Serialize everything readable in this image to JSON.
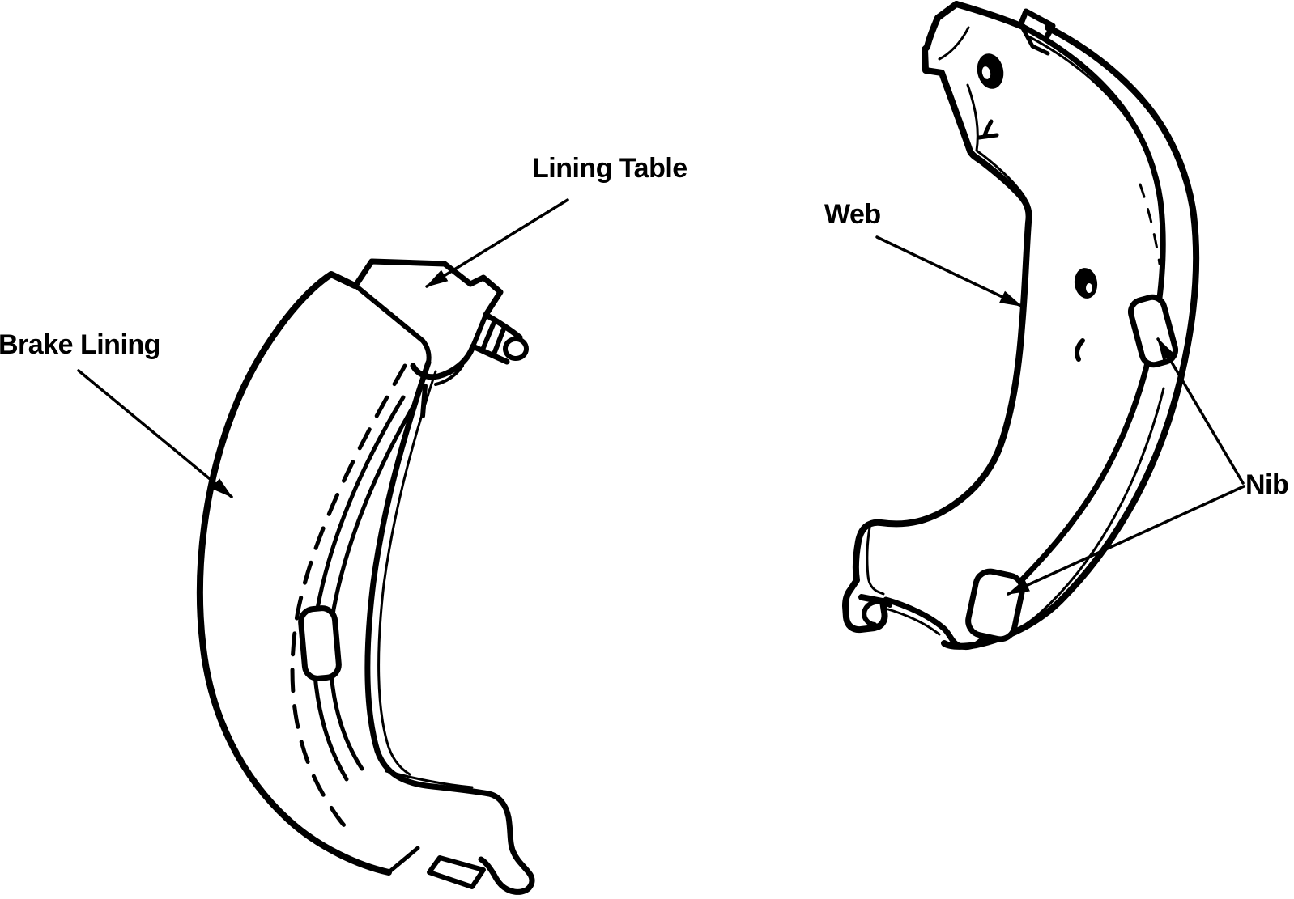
{
  "figure": {
    "kind": "technical-line-illustration",
    "subject": "brake-shoe-components",
    "background_color": "#ffffff",
    "ink_color": "#000000",
    "annotations": {
      "lining_table": {
        "label": "Lining Table"
      },
      "brake_lining": {
        "label": "Brake Lining"
      },
      "web": {
        "label": "Web"
      },
      "nib": {
        "label": "Nib"
      }
    }
  }
}
